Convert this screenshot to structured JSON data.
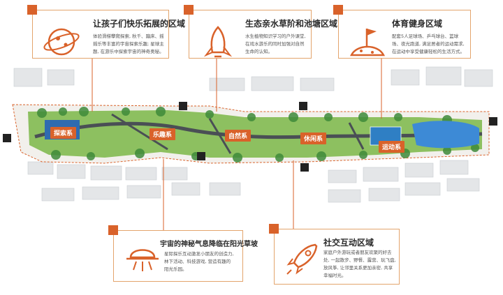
{
  "colors": {
    "accent": "#d9622a",
    "lawn": "#8dc060",
    "path": "#4a4f55",
    "water": "#3d8ad6",
    "trees": "#3f8a3a"
  },
  "cards": [
    {
      "icon": "planet-icon",
      "title": "让孩子们快乐拓展的区域",
      "desc": "体验滑梯攀爬探索, 秋千、蹦床、摇摇乐等丰富的宇宙探索乐趣; 星球主题, 在游乐中探索宇宙的神奇奥秘。"
    },
    {
      "icon": "rocket-icon",
      "title": "生态亲水草阶和池塘区域",
      "desc": "水生植物知识学习的户外课堂, 在戏水游乐的同时加强对自然生命的认知。"
    },
    {
      "icon": "flag-hill-icon",
      "title": "体育健身区域",
      "desc": "配套5人足球场、乒乓球台、篮球场、夜光跑道, 满足居者的运动需求, 在运动中享受健康轻松的生活方式。"
    },
    {
      "icon": "ufo-icon",
      "title": "宇宙的神秘气息降临在阳光草坡",
      "desc": "星际探乐互动激发小朋友的创造力, 林下活动、科技游戏, 营造有趣的阳光乐园。"
    },
    {
      "icon": "rocket-launch-icon",
      "title": "社交互动区域",
      "desc": "家庭户外游玩或者朋友欢聚的好去处, 一起散步、野餐、露营、玩飞盘, 放风筝, 让邻里关系更加亲密, 共享幸福时光。"
    }
  ],
  "zones": [
    "探索系",
    "乐趣系",
    "自然系",
    "休闲系",
    "运动系"
  ]
}
